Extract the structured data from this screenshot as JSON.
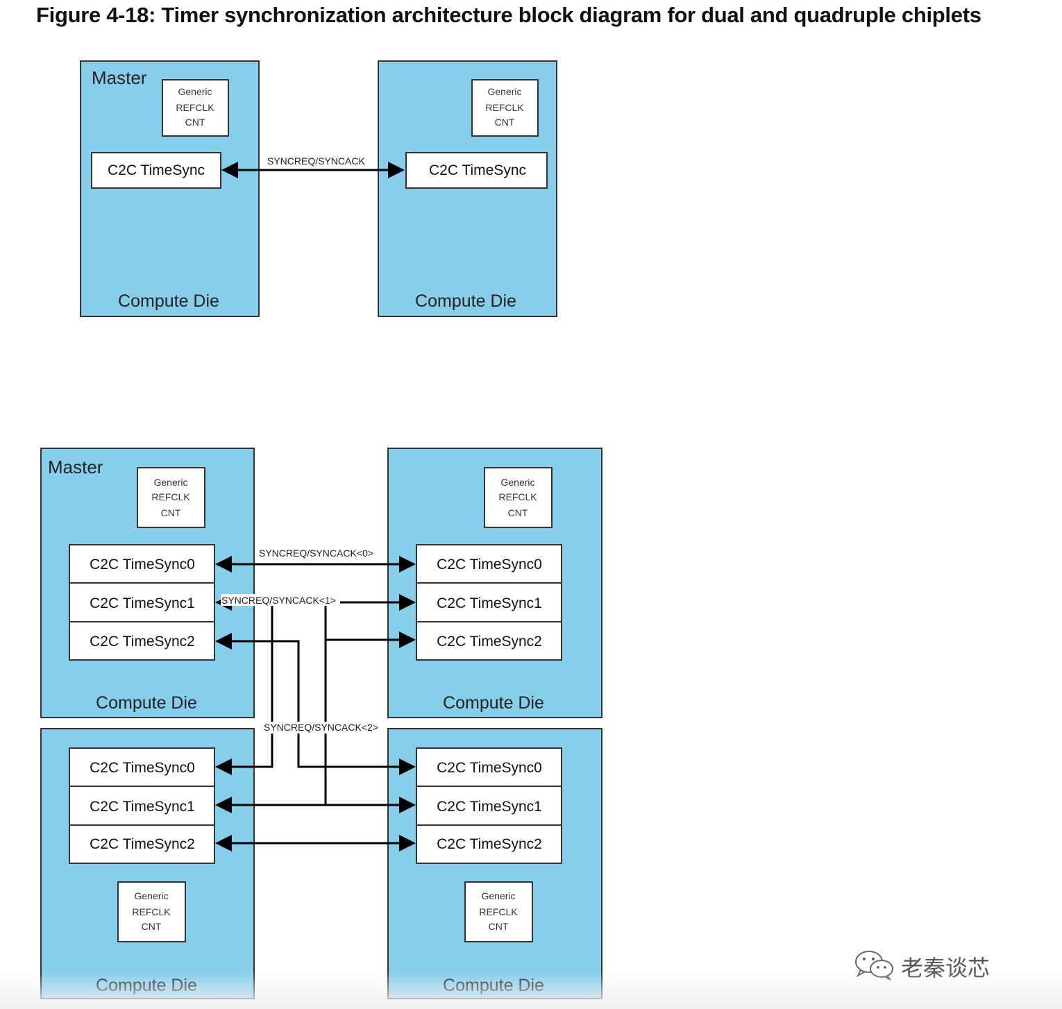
{
  "figure": {
    "title": "Figure 4-18: Timer synchronization architecture block diagram for dual and quadruple chiplets"
  },
  "labels": {
    "master": "Master",
    "compute_die": "Compute Die",
    "refclk_line1": "Generic",
    "refclk_line2": "REFCLK",
    "refclk_line3": "CNT",
    "timesync": "C2C TimeSync",
    "timesync0": "C2C TimeSync0",
    "timesync1": "C2C TimeSync1",
    "timesync2": "C2C TimeSync2"
  },
  "buses": {
    "dual": "SYNCREQ/SYNCACK",
    "quad_0": "SYNCREQ/SYNCACK<0>",
    "quad_1": "SYNCREQ/SYNCACK<1>",
    "quad_2": "SYNCREQ/SYNCACK<2>"
  },
  "colors": {
    "die_fill": "#87CEEB",
    "box_fill": "#ffffff",
    "wire": "#000000"
  },
  "watermark": {
    "icon": "wechat-icon",
    "text": "老秦谈芯"
  }
}
